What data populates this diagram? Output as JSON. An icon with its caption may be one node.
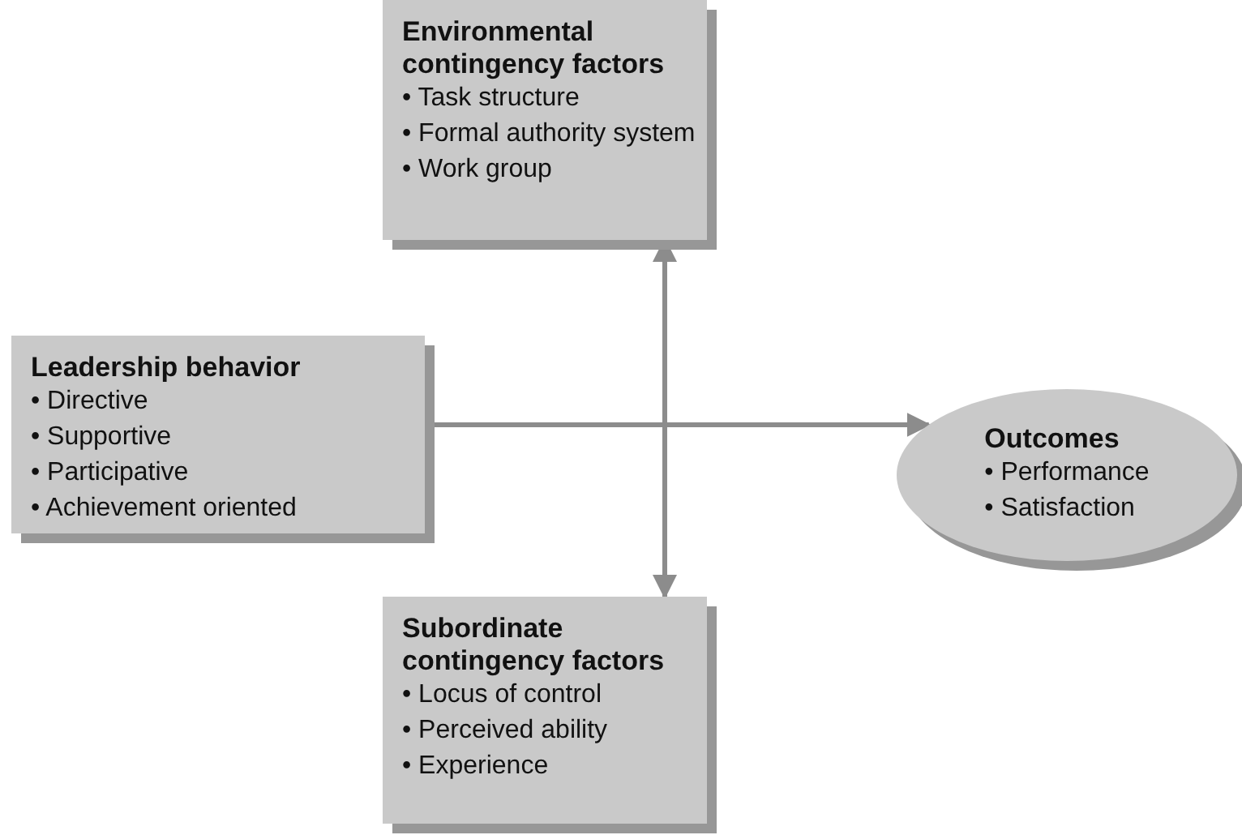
{
  "diagram": {
    "nodes": [
      {
        "text": [
          "Environmental contingency factors",
          "• Task structure",
          "• Formal authority system",
          "• Work group"
        ]
      },
      {
        "text": [
          "Leadership behavior",
          "• Directive",
          "• Supportive",
          "• Participative",
          "• Achievement oriented"
        ]
      },
      {
        "text": [
          "Outcomes",
          "• Performance",
          "• Satisfaction"
        ]
      },
      {
        "text": [
          "Subordinate contingency factors",
          "• Locus of control",
          "• Perceived ability",
          "• Experience"
        ]
      }
    ],
    "edges": [
      {
        "from": 0,
        "to": 3,
        "arrow": "both"
      },
      {
        "from": 1,
        "to": 2,
        "arrow": "to"
      }
    ]
  }
}
